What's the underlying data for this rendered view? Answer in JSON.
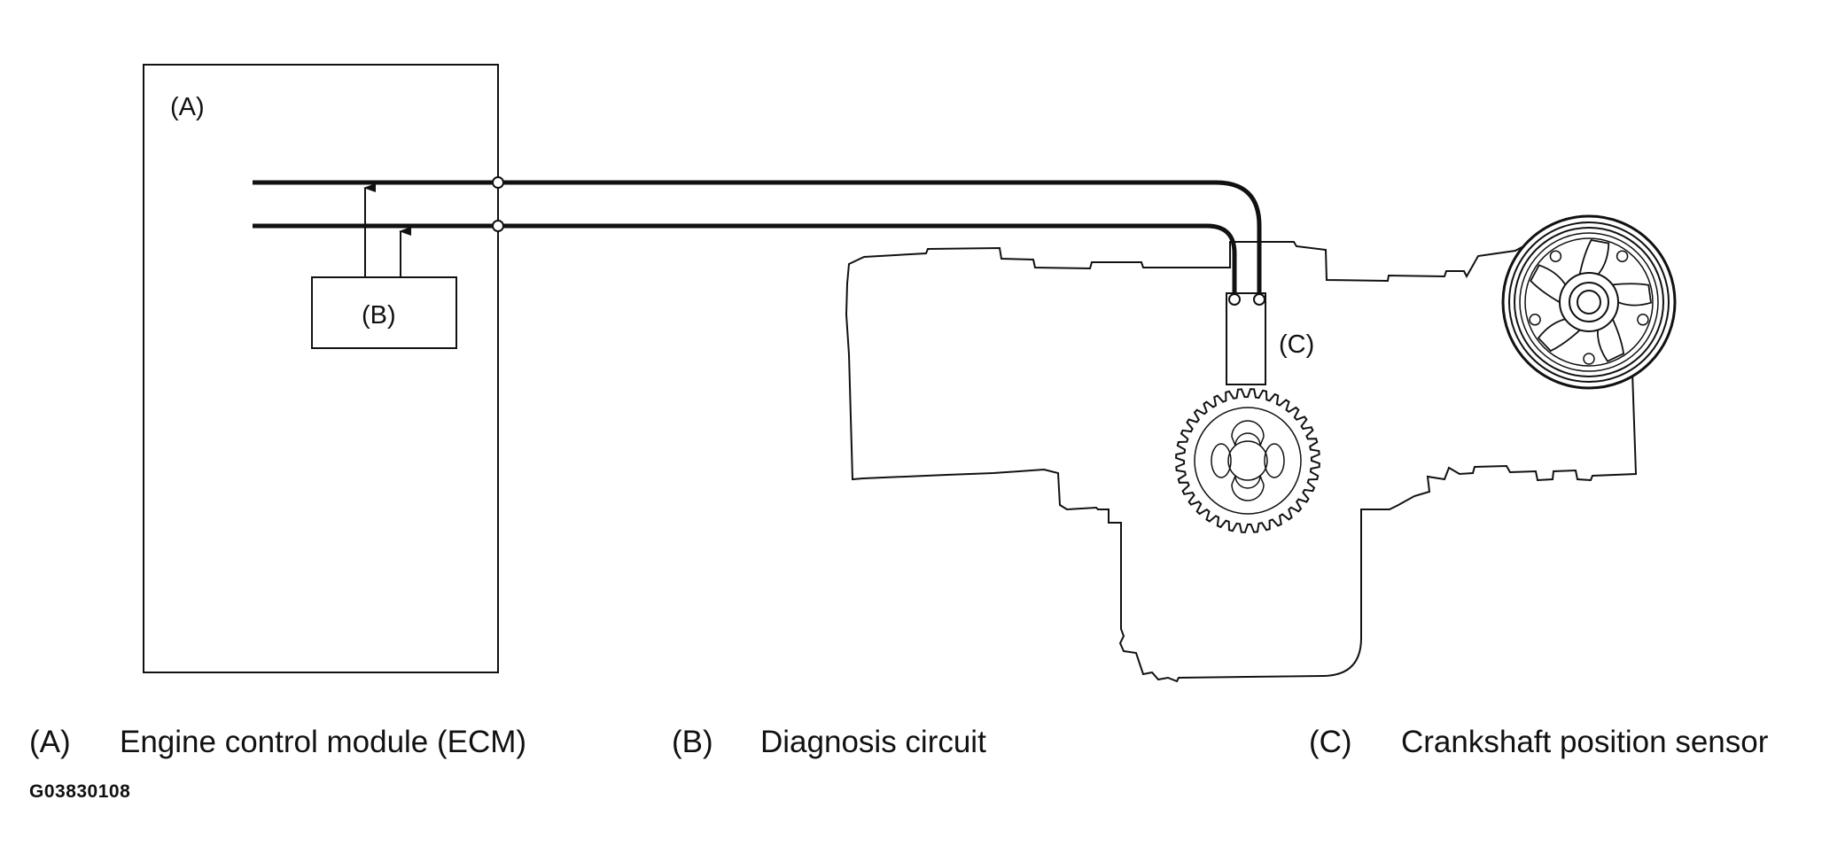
{
  "diagram": {
    "labels": {
      "ecm": "(A)",
      "diagnosis_circuit": "(B)",
      "crank_sensor": "(C)"
    }
  },
  "legend": [
    {
      "key": "(A)",
      "description": "Engine control module (ECM)"
    },
    {
      "key": "(B)",
      "description": "Diagnosis circuit"
    },
    {
      "key": "(C)",
      "description": "Crankshaft position sensor"
    }
  ],
  "figure_code": "G03830108",
  "colors": {
    "line": "#111111",
    "background": "#ffffff"
  }
}
